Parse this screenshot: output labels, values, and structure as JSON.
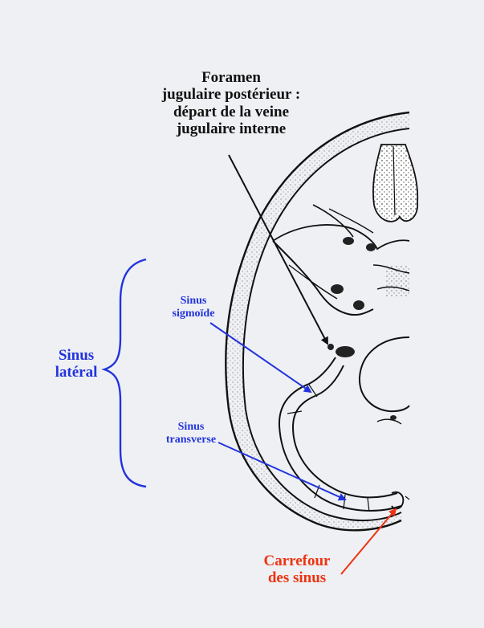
{
  "labels": {
    "foramen": [
      "Foramen",
      "jugulaire postérieur :",
      "départ de la veine",
      "jugulaire interne"
    ],
    "sinus_sigmoide": [
      "Sinus",
      "sigmoïde"
    ],
    "sinus_lateral": [
      "Sinus",
      "latéral"
    ],
    "sinus_transverse": [
      "Sinus",
      "transverse"
    ],
    "carrefour": [
      "Carrefour",
      "des sinus"
    ]
  },
  "colors": {
    "background": "#eef0f4",
    "ink": "#111111",
    "blue_label": "#2233dd",
    "red_label": "#ee3311"
  }
}
